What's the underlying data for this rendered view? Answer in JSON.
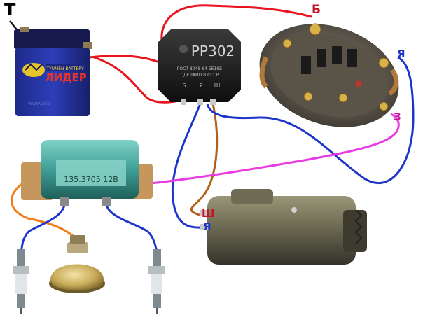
{
  "labels": {
    "battery_terminal": "Т",
    "generator_b": "Б",
    "generator_ya": "Я",
    "generator_z": "З",
    "starter_sh": "Ш",
    "starter_ya": "Я"
  },
  "regulator": {
    "model": "РР302",
    "line1": "ГОСТ 8048-64 ЕЕ18Б",
    "line2": "СДЕЛАНО В СССР",
    "terminals": [
      "Б",
      "Я",
      "Ш"
    ]
  },
  "battery": {
    "brand": "TYUMEN BATTERY",
    "model": "ЛИДЕР",
    "site": "www.akb"
  },
  "coil": {
    "model": "135.3705 12В"
  },
  "wire_colors": {
    "red": "#e8141e",
    "blue": "#1d35c9",
    "brown": "#b25f1c",
    "magenta": "#e83ce2",
    "orange": "#f07d18",
    "black": "#111111"
  }
}
